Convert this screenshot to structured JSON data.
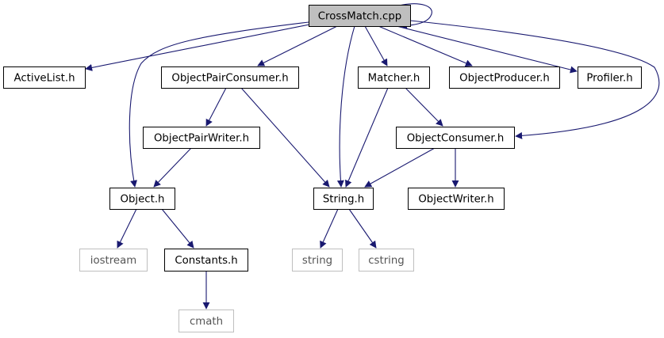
{
  "diagram": {
    "root": "root",
    "colors": {
      "edge": "#191970",
      "box_border": "#000000",
      "external_border": "#bfbfbf",
      "root_fill": "#bfbfbf",
      "fill": "#ffffff"
    },
    "nodes": [
      {
        "id": "root",
        "label": "CrossMatch.cpp",
        "kind": "root"
      },
      {
        "id": "activelist",
        "label": "ActiveList.h",
        "kind": "file"
      },
      {
        "id": "objpaircons",
        "label": "ObjectPairConsumer.h",
        "kind": "file"
      },
      {
        "id": "matcher",
        "label": "Matcher.h",
        "kind": "file"
      },
      {
        "id": "objproducer",
        "label": "ObjectProducer.h",
        "kind": "file"
      },
      {
        "id": "profiler",
        "label": "Profiler.h",
        "kind": "file"
      },
      {
        "id": "objpairwriter",
        "label": "ObjectPairWriter.h",
        "kind": "file"
      },
      {
        "id": "objconsumer",
        "label": "ObjectConsumer.h",
        "kind": "file"
      },
      {
        "id": "object",
        "label": "Object.h",
        "kind": "file"
      },
      {
        "id": "string_h",
        "label": "String.h",
        "kind": "file"
      },
      {
        "id": "objwriter",
        "label": "ObjectWriter.h",
        "kind": "file"
      },
      {
        "id": "iostream",
        "label": "iostream",
        "kind": "external"
      },
      {
        "id": "constants",
        "label": "Constants.h",
        "kind": "file"
      },
      {
        "id": "string",
        "label": "string",
        "kind": "external"
      },
      {
        "id": "cstring",
        "label": "cstring",
        "kind": "external"
      },
      {
        "id": "cmath",
        "label": "cmath",
        "kind": "external"
      }
    ],
    "edges": [
      {
        "from": "root",
        "to": "root"
      },
      {
        "from": "root",
        "to": "activelist"
      },
      {
        "from": "root",
        "to": "object"
      },
      {
        "from": "root",
        "to": "objpaircons"
      },
      {
        "from": "root",
        "to": "string_h"
      },
      {
        "from": "root",
        "to": "matcher"
      },
      {
        "from": "root",
        "to": "objproducer"
      },
      {
        "from": "root",
        "to": "profiler"
      },
      {
        "from": "root",
        "to": "objconsumer"
      },
      {
        "from": "objpaircons",
        "to": "objpairwriter"
      },
      {
        "from": "objpaircons",
        "to": "string_h"
      },
      {
        "from": "objpairwriter",
        "to": "object"
      },
      {
        "from": "matcher",
        "to": "string_h"
      },
      {
        "from": "matcher",
        "to": "objconsumer"
      },
      {
        "from": "objconsumer",
        "to": "string_h"
      },
      {
        "from": "objconsumer",
        "to": "objwriter"
      },
      {
        "from": "object",
        "to": "iostream"
      },
      {
        "from": "object",
        "to": "constants"
      },
      {
        "from": "string_h",
        "to": "string"
      },
      {
        "from": "string_h",
        "to": "cstring"
      },
      {
        "from": "constants",
        "to": "cmath"
      }
    ]
  }
}
